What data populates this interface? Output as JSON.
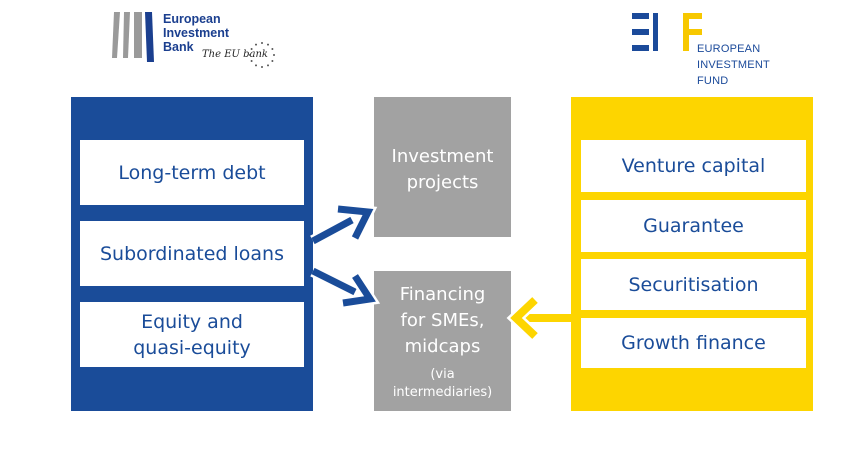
{
  "logos": {
    "eib": {
      "name_lines": [
        "European",
        "Investment",
        "Bank"
      ],
      "tagline": "The EU bank"
    },
    "eif": {
      "name_lines": [
        "EUROPEAN",
        "INVESTMENT",
        "FUND"
      ]
    }
  },
  "eib_products": [
    {
      "lines": [
        "Long-term debt"
      ]
    },
    {
      "lines": [
        "Subordinated loans"
      ]
    },
    {
      "lines": [
        "Equity and",
        "quasi-equity"
      ]
    }
  ],
  "targets": {
    "investment_projects": {
      "lines": [
        "Investment",
        "projects"
      ]
    },
    "sme_financing": {
      "lines": [
        "Financing",
        "for SMEs,",
        "midcaps"
      ],
      "note_lines": [
        "(via",
        "intermediaries)"
      ]
    }
  },
  "eif_products": [
    {
      "lines": [
        "Venture capital"
      ]
    },
    {
      "lines": [
        "Guarantee"
      ]
    },
    {
      "lines": [
        "Securitisation"
      ]
    },
    {
      "lines": [
        "Growth finance"
      ]
    }
  ],
  "colors": {
    "eib_blue": "#1a4c99",
    "eif_yellow": "#fdd500",
    "target_grey": "#a2a2a2"
  }
}
